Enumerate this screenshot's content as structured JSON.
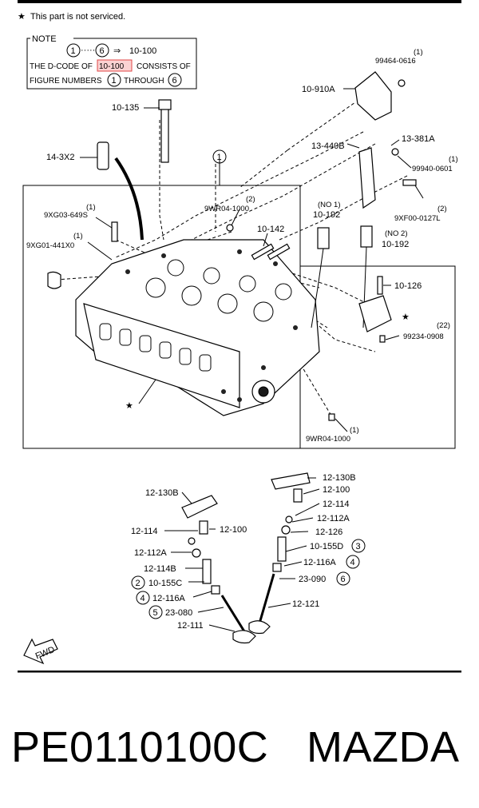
{
  "header": {
    "star": "★",
    "not_serviced": "This part is not serviced."
  },
  "note": {
    "title": "NOTE",
    "line1_from": "1",
    "line1_dots": "·····",
    "line1_to": "6",
    "line1_arrow": "⇒",
    "line1_code": "10-100",
    "line2_pre": "THE D-CODE OF",
    "line2_code": "10-100",
    "line2_post": "CONSISTS OF",
    "line3_pre": "FIGURE NUMBERS",
    "line3_from": "1",
    "line3_mid": "THROUGH",
    "line3_to": "6"
  },
  "labels": {
    "l_99464": "99464-0616",
    "q_99464": "(1)",
    "l_10910A": "10-910A",
    "l_10135": "10-135",
    "l_13440B": "13-440B",
    "l_13381A": "13-381A",
    "l_99940": "99940-0601",
    "q_99940": "(1)",
    "l_143X2": "14-3X2",
    "circ1": "1",
    "l_9XG03": "9XG03-649S",
    "q_9XG03": "(1)",
    "l_9WR04a": "9WR04-1000",
    "q_9WR04a": "(2)",
    "l_no1": "(NO 1)",
    "l_10192a": "10-192",
    "l_9XF00": "9XF00-0127L",
    "q_9XF00": "(2)",
    "l_10142": "10-142",
    "l_no2": "(NO 2)",
    "l_10192b": "10-192",
    "l_9XG01": "9XG01-441X0",
    "q_9XG01": "(1)",
    "l_10126": "10-126",
    "l_99234": "99234-0908",
    "q_99234": "(22)",
    "star": "★",
    "l_9WR04b": "9WR04-1000",
    "q_9WR04b": "(1)",
    "l_12130B_l": "12-130B",
    "l_12130B_r": "12-130B",
    "l_12100_r": "12-100",
    "l_12114_r": "12-114",
    "l_12112A_r": "12-112A",
    "l_12126": "12-126",
    "l_10155D": "10-155D",
    "c3": "3",
    "l_12116A_r": "12-116A",
    "c4r": "4",
    "l_23090": "23-090",
    "c6": "6",
    "l_12121": "12-121",
    "l_12114_l": "12-114",
    "l_12100_l": "12-100",
    "l_12112A_l": "12-112A",
    "l_12114B": "12-114B",
    "c2": "2",
    "l_10155C": "10-155C",
    "c4l": "4",
    "l_12116A_l": "12-116A",
    "c5": "5",
    "l_23080": "23-080",
    "l_12111": "12-111",
    "fwd": "FWD"
  },
  "footer": {
    "part_code": "PE0110100C",
    "brand": "MAZDA"
  }
}
